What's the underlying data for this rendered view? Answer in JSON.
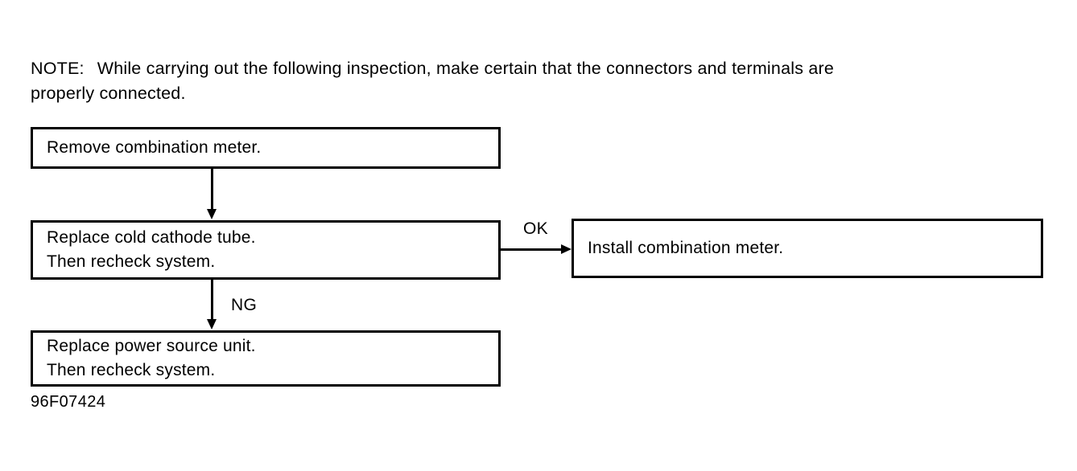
{
  "note": {
    "label": "NOTE:",
    "line1": "While carrying out the following inspection, make certain that the connectors and terminals are",
    "line2": "properly connected."
  },
  "flowchart": {
    "boxes": [
      {
        "id": "remove-combination-meter",
        "line1": "Remove combination meter.",
        "line2": ""
      },
      {
        "id": "replace-cold-cathode-tube",
        "line1": "Replace cold cathode tube.",
        "line2": "Then recheck system."
      },
      {
        "id": "replace-power-source-unit",
        "line1": "Replace power source unit.",
        "line2": "Then recheck system."
      },
      {
        "id": "install-combination-meter",
        "line1": "Install combination meter.",
        "line2": ""
      }
    ],
    "edge_labels": {
      "ok": "OK",
      "ng": "NG"
    }
  },
  "figure": {
    "caption": "96F07424"
  },
  "colors": {
    "ink": "#000000",
    "paper": "#ffffff"
  }
}
